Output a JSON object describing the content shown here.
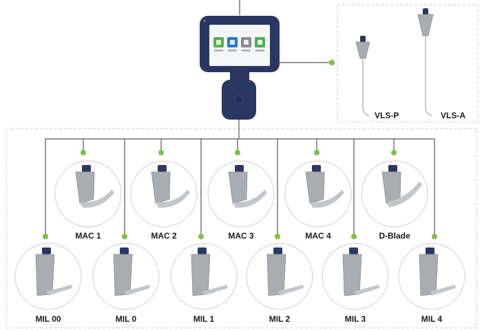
{
  "monitor": {
    "screen_icons": [
      {
        "name": "image-icon",
        "color": "#58b04a",
        "label": "Gallery"
      },
      {
        "name": "play-icon",
        "color": "#2a78c8",
        "label": "Video"
      },
      {
        "name": "gear-icon",
        "color": "#8a8a8a",
        "label": "Settings"
      },
      {
        "name": "back-icon",
        "color": "#4ab05a",
        "label": "Exit"
      }
    ]
  },
  "handles": [
    {
      "label": "VLS-P"
    },
    {
      "label": "VLS-A"
    }
  ],
  "blades_top": [
    {
      "label": "MAC 1",
      "kind": "mac"
    },
    {
      "label": "MAC 2",
      "kind": "mac"
    },
    {
      "label": "MAC 3",
      "kind": "mac"
    },
    {
      "label": "MAC 4",
      "kind": "mac"
    },
    {
      "label": "D-Blade",
      "kind": "d"
    }
  ],
  "blades_bottom": [
    {
      "label": "MIL 00",
      "kind": "mil"
    },
    {
      "label": "MIL 0",
      "kind": "mil"
    },
    {
      "label": "MIL 1",
      "kind": "mil"
    },
    {
      "label": "MIL 2",
      "kind": "mil"
    },
    {
      "label": "MIL 3",
      "kind": "mil"
    },
    {
      "label": "MIL 4",
      "kind": "mil"
    }
  ],
  "colors": {
    "connector_dot": "#7cc142",
    "device_body": "#2b3763"
  }
}
